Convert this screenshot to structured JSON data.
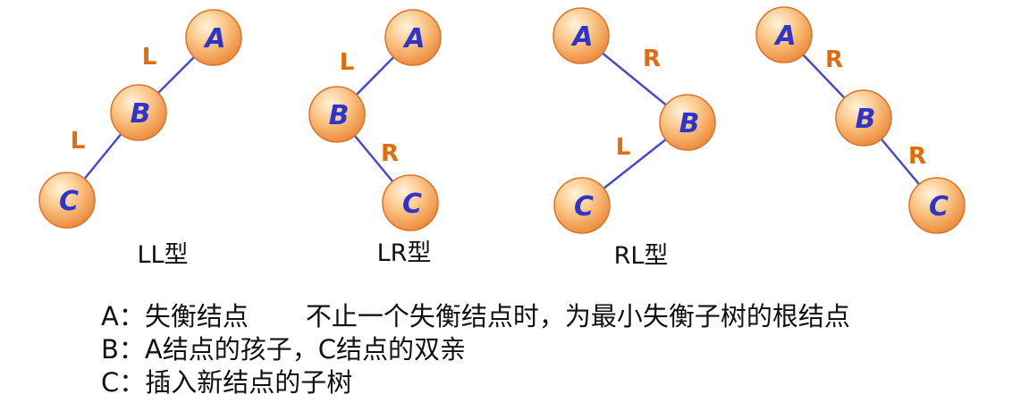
{
  "node_colors": {
    "highlight": "#fff3dc",
    "mid": "#fbc88a",
    "base": "#ed8a3c",
    "edge": "#d9752a",
    "letter": "#2f35c8",
    "link": "#4a4ad0",
    "edge_label": "#e36c0a"
  },
  "trees": [
    {
      "type_label": "LL型",
      "nodes": [
        {
          "letter": "A"
        },
        {
          "letter": "B"
        },
        {
          "letter": "C"
        }
      ],
      "edge_labels": [
        "L",
        "L"
      ]
    },
    {
      "type_label": "LR型",
      "nodes": [
        {
          "letter": "A"
        },
        {
          "letter": "B"
        },
        {
          "letter": "C"
        }
      ],
      "edge_labels": [
        "L",
        "R"
      ]
    },
    {
      "type_label": "RL型",
      "nodes": [
        {
          "letter": "A"
        },
        {
          "letter": "B"
        },
        {
          "letter": "C"
        }
      ],
      "edge_labels": [
        "R",
        "L"
      ]
    },
    {
      "type_label": "",
      "nodes": [
        {
          "letter": "A"
        },
        {
          "letter": "B"
        },
        {
          "letter": "C"
        }
      ],
      "edge_labels": [
        "R",
        "R"
      ]
    }
  ],
  "legend": {
    "a": {
      "term": "A：失衡结点",
      "note": "不止一个失衡结点时，为最小失衡子树的根结点"
    },
    "b": "B：A结点的孩子，C结点的双亲",
    "c": "C：插入新结点的子树"
  }
}
